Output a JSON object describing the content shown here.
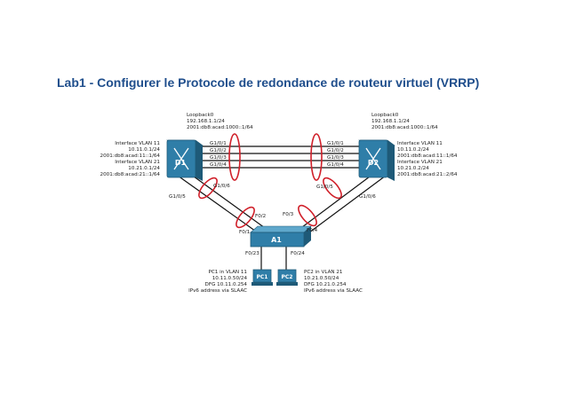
{
  "title": "Lab1 - Configurer le Protocole de redondance de routeur virtuel (VRRP)",
  "colors": {
    "title": "#1f4e8c",
    "device": "#2f7ea8",
    "link": "#111111",
    "ellipse": "#d0202a"
  },
  "devices": {
    "d1": {
      "label": "D1"
    },
    "d2": {
      "label": "D2"
    },
    "a1": {
      "label": "A1"
    },
    "pc1": {
      "label": "PC1"
    },
    "pc2": {
      "label": "PC2"
    }
  },
  "d1_loopback": [
    "Loopback0",
    "192.168.1.1/24",
    "2001:db8:acad:1000::1/64"
  ],
  "d2_loopback": [
    "Loopback0",
    "192.168.1.1/24",
    "2001:db8:acad:1000::1/64"
  ],
  "d1_interfaces": [
    "Interface VLAN 11",
    "10.11.0.1/24",
    "2001:db8:acad:11::1/64",
    "Interface VLAN 21",
    "10.21.0.1/24",
    "2001:db8:acad:21::1/64"
  ],
  "d2_interfaces": [
    "Interface VLAN 11",
    "10.11.0.2/24",
    "2001:db8:acad:11::1/64",
    "Interface VLAN 21",
    "10.21.0.2/24",
    "2001:db8:acad:21::2/64"
  ],
  "pc1_info": [
    "PC1 in VLAN 11",
    "10.11.0.50/24",
    "DFG 10.11.0.254",
    "IPv6 address via SLAAC"
  ],
  "pc2_info": [
    "PC2 in VLAN 21",
    "10.21.0.50/24",
    "DFG 10.21.0.254",
    "IPv6 address via SLAAC"
  ],
  "ports": {
    "d1_trunk": [
      "G1/0/1",
      "G1/0/2",
      "G1/0/3",
      "G1/0/4"
    ],
    "d2_trunk": [
      "G1/0/1",
      "G1/0/2",
      "G1/0/3",
      "G1/0/4"
    ],
    "d1_g6": "G1/0/6",
    "d1_g5": "G1/0/5",
    "d2_g5": "G1/0/5",
    "d2_g6": "G1/0/6",
    "a1_f2": "F0/2",
    "a1_f1": "F0/1",
    "a1_f3": "F0/3",
    "a1_f4": "F0/4",
    "a1_f23": "F0/23",
    "a1_f24": "F0/24"
  }
}
